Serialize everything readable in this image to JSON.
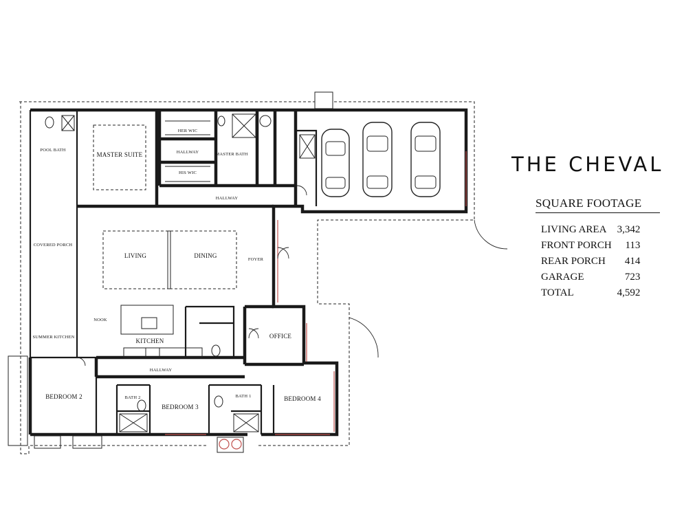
{
  "title": "THE CHEVAL",
  "square_footage": {
    "heading": "SQUARE FOOTAGE",
    "rows": [
      {
        "label": "LIVING AREA",
        "value": "3,342"
      },
      {
        "label": "FRONT PORCH",
        "value": "113"
      },
      {
        "label": "REAR PORCH",
        "value": "414"
      },
      {
        "label": "GARAGE",
        "value": "723"
      },
      {
        "label": "TOTAL",
        "value": "4,592"
      }
    ]
  },
  "rooms": {
    "master_suite": "MASTER SUITE",
    "her_wic": "HER WIC",
    "his_wic": "HIS WIC",
    "hallway_master": "HALLWAY",
    "master_bath": "MASTER BATH",
    "hallway_upper": "HALLWAY",
    "pool_bath": "POOL BATH",
    "covered_porch": "COVERED PORCH",
    "summer_kitchen": "SUMMER KITCHEN",
    "living": "LIVING",
    "dining": "DINING",
    "foyer": "FOYER",
    "nook": "NOOK",
    "kitchen": "KITCHEN",
    "office": "OFFICE",
    "hallway_lower": "HALLWAY",
    "bedroom_2": "BEDROOM 2",
    "bath_2": "BATH 2",
    "bedroom_3": "BEDROOM 3",
    "bath_1": "BATH 1",
    "bedroom_4": "BEDROOM 4"
  }
}
